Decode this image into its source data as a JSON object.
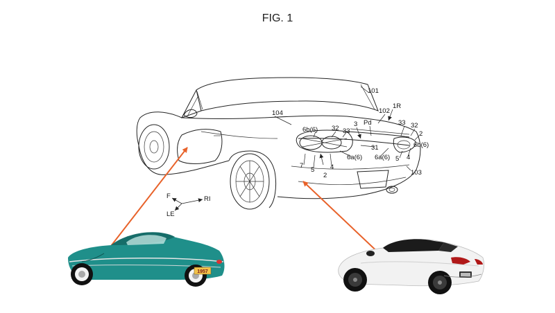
{
  "figure_title": "FIG. 1",
  "reference_labels": {
    "r101": "101",
    "r1R": "1R",
    "r102": "102",
    "r104": "104",
    "rPd": "Pd",
    "r33a": "33",
    "r32a": "32",
    "r2a": "2",
    "r6b_left": "6b(6)",
    "r32b": "32",
    "r33b": "33",
    "r3": "3",
    "r31": "31",
    "r6b_right": "6b(6)",
    "r6a_a": "6a(6)",
    "r6a_b": "6a(6)",
    "r7": "7",
    "r5a": "5",
    "r4a": "4",
    "r2b": "2",
    "r5b": "5",
    "r4b": "4",
    "r103": "103"
  },
  "orientation": {
    "front": "F",
    "right": "RI",
    "left": "LE"
  },
  "arrow_color": "#e8622a",
  "photo_left": {
    "body_color": "#1f8f8a",
    "plate_text": "1957"
  },
  "photo_right": {
    "body_color": "#f2f2f2"
  }
}
